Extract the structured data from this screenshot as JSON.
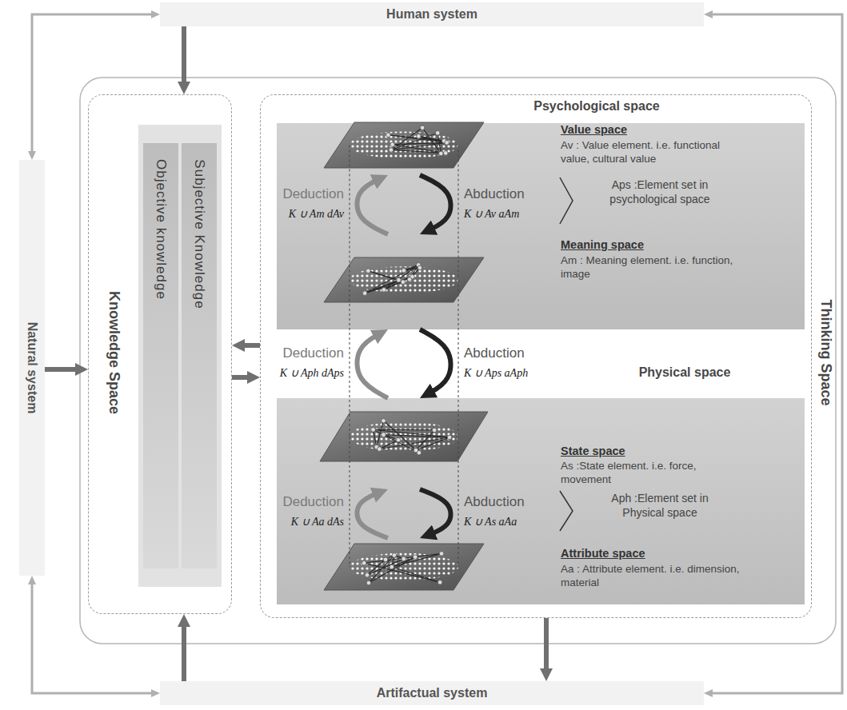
{
  "diagram": {
    "nodes": [
      {
        "text": [
          "Human system"
        ]
      },
      {
        "text": [
          "Natural system"
        ]
      },
      {
        "text": [
          "Artifactual system"
        ]
      },
      {
        "text": [
          "Knowledge Space"
        ]
      },
      {
        "text": [
          "Objective knowledge"
        ],
        "in": 3
      },
      {
        "text": [
          "Subjective Knowledge"
        ],
        "in": 3
      },
      {
        "text": [
          "Thinking Space"
        ]
      },
      {
        "text": [
          "Psychological space"
        ],
        "in": 6
      },
      {
        "text": [
          "Value space",
          "Av : Value element. i.e. functional value, cultural value"
        ],
        "in": 7
      },
      {
        "text": [
          "Meaning space",
          "Am : Meaning element. i.e. function, image"
        ],
        "in": 7
      },
      {
        "text": [
          "Physical space"
        ],
        "in": 6
      },
      {
        "text": [
          "State space",
          "As :State element. i.e. force, movement"
        ],
        "in": 10
      },
      {
        "text": [
          "Attribute space",
          "Aa : Attribute element. i.e. dimension, material"
        ],
        "in": 10
      }
    ],
    "edges": [
      {
        "from": 0,
        "to": 3,
        "arrow": "to"
      },
      {
        "from": 1,
        "to": 3,
        "arrow": "to"
      },
      {
        "from": 2,
        "to": 3,
        "arrow": "to"
      },
      {
        "from": 6,
        "to": 2,
        "arrow": "to"
      },
      {
        "from": 6,
        "to": 3,
        "arrow": "to"
      },
      {
        "from": 3,
        "to": 6,
        "arrow": "to"
      },
      {
        "from": 1,
        "to": 0,
        "arrow": "both"
      },
      {
        "from": 1,
        "to": 2,
        "arrow": "both"
      },
      {
        "from": 0,
        "to": 2,
        "arrow": "both"
      },
      {
        "from": 9,
        "to": 8,
        "label": "Deduction",
        "arrow": "to"
      },
      {
        "from": 8,
        "to": 9,
        "label": "Abduction",
        "arrow": "to"
      },
      {
        "from": 10,
        "to": 7,
        "label": "Deduction",
        "arrow": "to"
      },
      {
        "from": 7,
        "to": 10,
        "label": "Abduction",
        "arrow": "to"
      },
      {
        "from": 12,
        "to": 11,
        "label": "Deduction",
        "arrow": "to"
      },
      {
        "from": 11,
        "to": 12,
        "label": "Abduction",
        "arrow": "to"
      }
    ],
    "labels": [
      "K ∪ Am dAv",
      "K ∪ Av aAm",
      "Aps :Element set in psychological space",
      "K ∪ Aph dAps",
      "K ∪ Aps aAph",
      "K ∪ Aa dAs",
      "K ∪ As aAa",
      "Aph :Element set in Physical space"
    ]
  }
}
